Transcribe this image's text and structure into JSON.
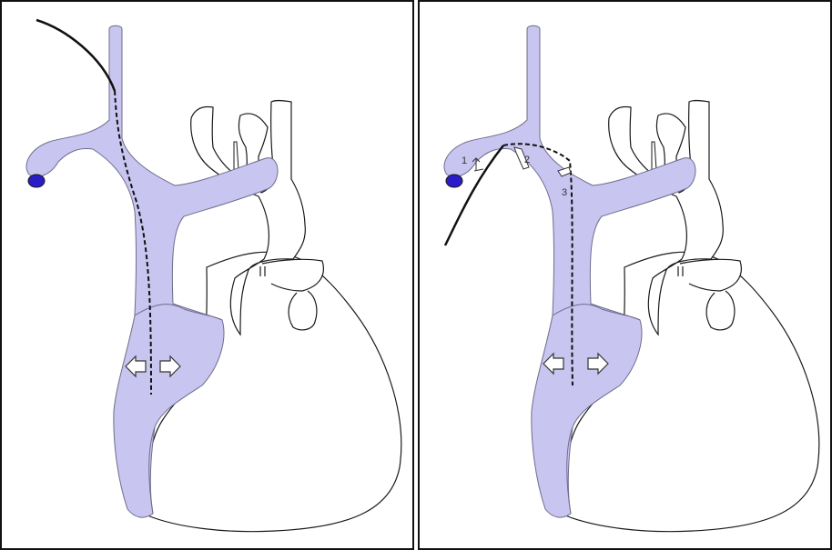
{
  "colors": {
    "vein_fill": "#c8c5f0",
    "vein_stroke": "#6e6c8c",
    "vessel_opening": "#2a1cc8",
    "outline": "#1a1a1a",
    "catheter": "#111111",
    "background": "#ffffff",
    "panel_border": "#111111"
  },
  "panels": [
    {
      "catheter_entry": "upper",
      "arrows": [
        "left-arrow",
        "right-arrow"
      ],
      "step_labels": []
    },
    {
      "catheter_entry": "left",
      "arrows": [
        "left-arrow",
        "right-arrow"
      ],
      "step_labels": [
        "1",
        "2",
        "3"
      ]
    }
  ]
}
